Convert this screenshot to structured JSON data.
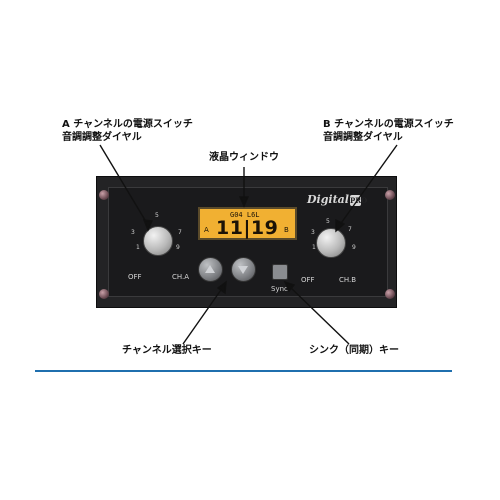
{
  "callouts": {
    "ch_a_power": [
      "A チャンネルの電源スイッチ",
      "音調調整ダイヤル"
    ],
    "ch_b_power": [
      "B チャンネルの電源スイッチ",
      "音調調整ダイヤル"
    ],
    "lcd_window": "液晶ウィンドウ",
    "channel_select": "チャンネル選択キー",
    "sync": "シンク（同期）キー"
  },
  "panel": {
    "brand": "Digital",
    "brand_badge": "PRO",
    "lcd": {
      "top": "G04 L6L",
      "main": "11|19",
      "left": "A",
      "right": "B"
    },
    "dial_ticks": [
      "1",
      "3",
      "5",
      "7",
      "9"
    ],
    "labels": {
      "off_a": "OFF",
      "ch_a": "CH.A",
      "sync": "Sync",
      "off_b": "OFF",
      "ch_b": "CH.B"
    }
  },
  "colors": {
    "divider": "#1f6fae",
    "lcd": "#f1b032",
    "panel": "#232325"
  }
}
